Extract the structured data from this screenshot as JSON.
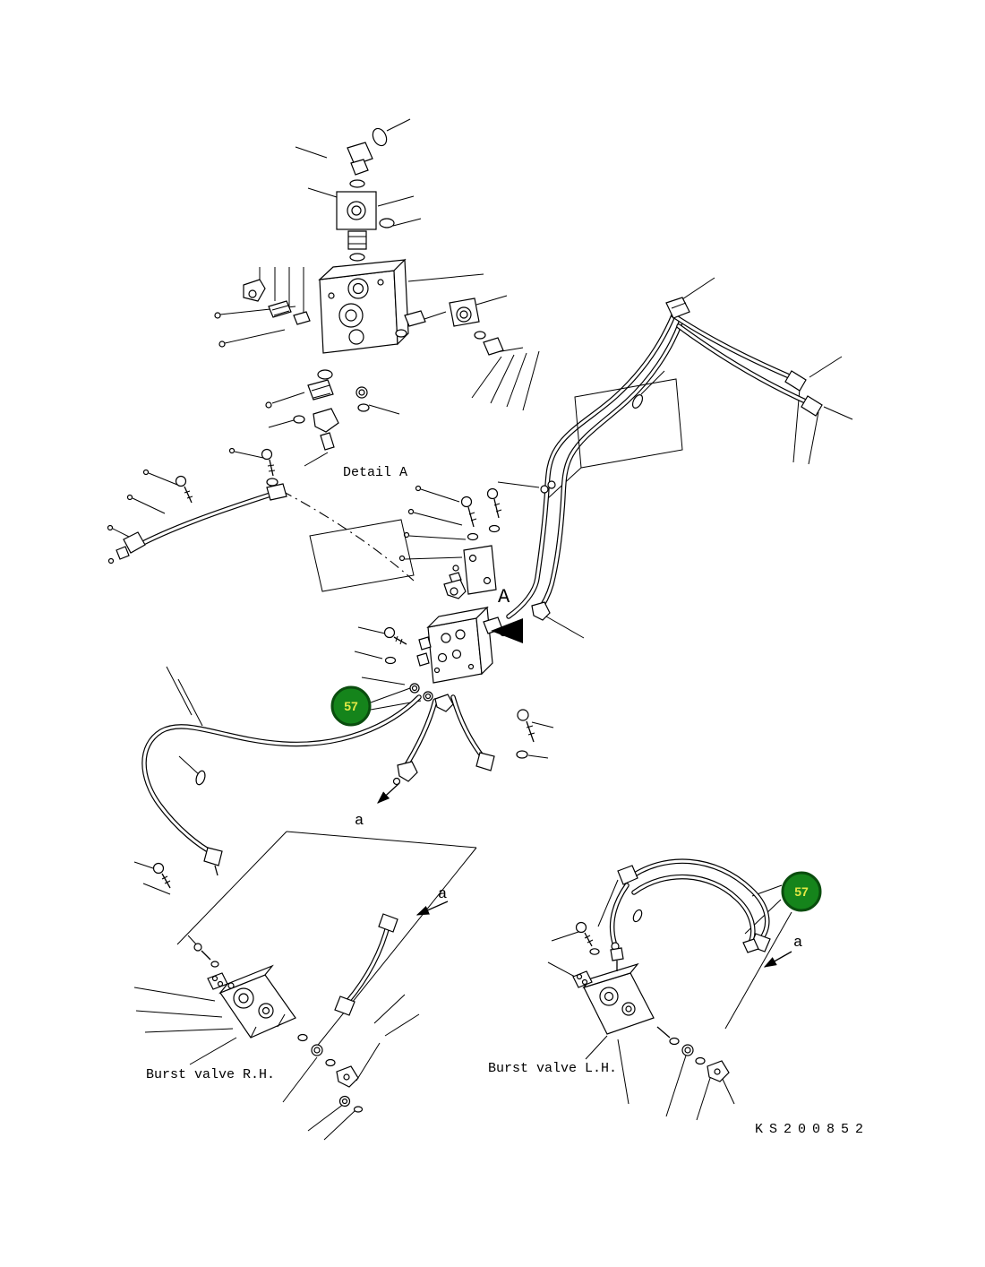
{
  "drawing": {
    "detail_label": "Detail A",
    "view_arrow_label": "A",
    "direction_label": "a",
    "burst_valve_rh_label": "Burst valve R.H.",
    "burst_valve_lh_label": "Burst valve L.H.",
    "doc_code": "KS200852"
  },
  "callouts": [
    {
      "value": "57"
    },
    {
      "value": "57"
    }
  ],
  "colors": {
    "line": "#000000",
    "background": "#ffffff",
    "callout_fill": "#15841b",
    "callout_ring": "#0a4d0e",
    "callout_text": "#e3e845"
  }
}
